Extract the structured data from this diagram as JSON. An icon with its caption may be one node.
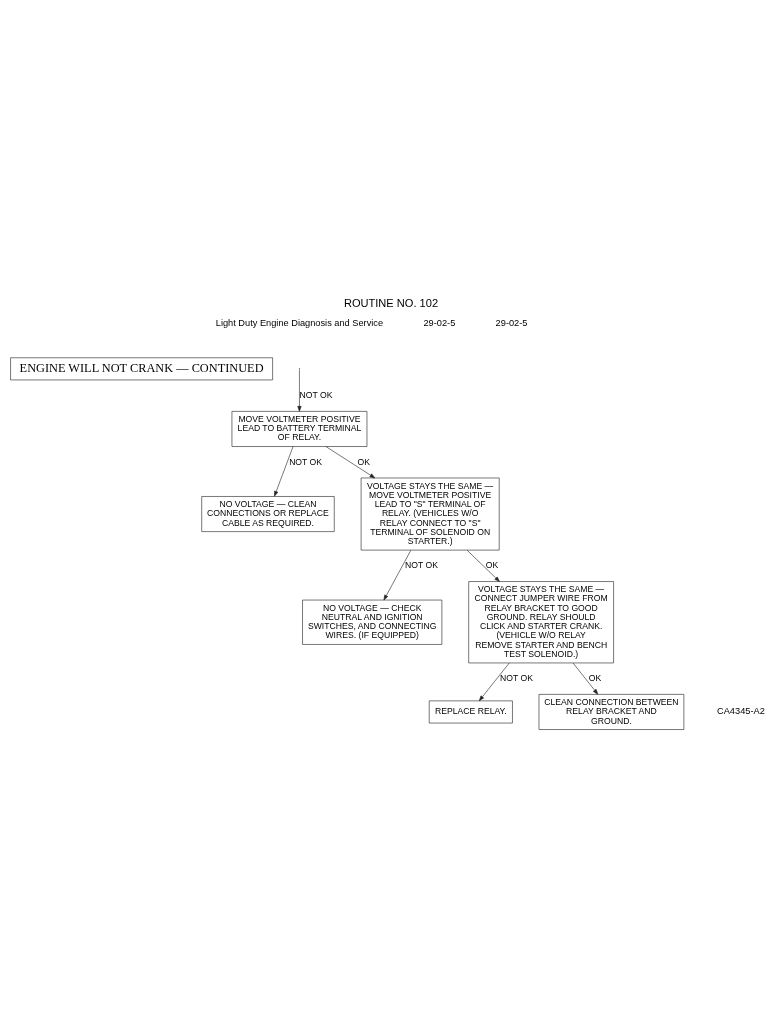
{
  "diagram": {
    "title": "ROUTINE NO. 102",
    "nodes": [
      {
        "text": [
          "ENGINE WILL NOT CRANK — CONTINUED"
        ]
      },
      {
        "text": [
          "MOVE VOLTMETER POSITIVE LEAD TO BATTERY TERMINAL OF RELAY."
        ]
      },
      {
        "text": [
          "NO VOLTAGE — CLEAN CONNECTIONS OR REPLACE CABLE AS REQUIRED."
        ]
      },
      {
        "text": [
          "VOLTAGE STAYS THE SAME — MOVE VOLTMETER POSITIVE LEAD TO \"S\" TERMINAL OF RELAY. (VEHICLES W/O RELAY CONNECT TO \"S\" TERMINAL OF SOLENOID ON STARTER.)"
        ]
      },
      {
        "text": [
          "NO VOLTAGE — CHECK NEUTRAL AND IGNITION SWITCHES, AND CONNECTING WIRES. (IF EQUIPPED)"
        ]
      },
      {
        "text": [
          "VOLTAGE STAYS THE SAME — CONNECT JUMPER WIRE FROM RELAY BRACKET TO GOOD GROUND. RELAY SHOULD CLICK AND STARTER CRANK. (VEHICLE W/O RELAY REMOVE STARTER AND BENCH TEST SOLENOID.)"
        ]
      },
      {
        "text": [
          "REPLACE RELAY."
        ]
      },
      {
        "text": [
          "CLEAN CONNECTION BETWEEN RELAY BRACKET AND GROUND."
        ]
      }
    ],
    "edges": [
      {
        "from": null,
        "to": 1,
        "arrow": "to",
        "label": "NOT OK"
      },
      {
        "from": 1,
        "to": 2,
        "arrow": "to",
        "label": "NOT OK"
      },
      {
        "from": 1,
        "to": 3,
        "arrow": "to",
        "label": "OK"
      },
      {
        "from": 3,
        "to": 4,
        "arrow": "to",
        "label": "NOT OK"
      },
      {
        "from": 3,
        "to": 5,
        "arrow": "to",
        "label": "OK"
      },
      {
        "from": 5,
        "to": 6,
        "arrow": "to",
        "label": "NOT OK"
      },
      {
        "from": 5,
        "to": 7,
        "arrow": "to",
        "label": "OK"
      }
    ],
    "labels": [
      "29-02-5",
      "Light Duty Engine Diagnosis and Service",
      "29-02-5",
      "CA4345-A2"
    ]
  }
}
